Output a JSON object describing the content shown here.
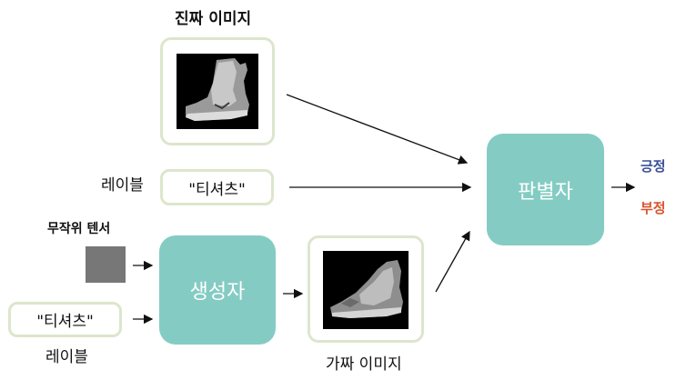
{
  "labels": {
    "real_image": "진짜 이미지",
    "label_top": "레이블",
    "tshirt_top": "\"티셔츠\"",
    "random_tensor": "무작위 텐서",
    "tshirt_bottom": "\"티셔츠\"",
    "label_bottom": "레이블",
    "generator": "생성자",
    "fake_image": "가짜 이미지",
    "discriminator": "판별자",
    "positive": "긍정",
    "negative": "부정"
  },
  "colors": {
    "teal": "#84ccc3",
    "frame_border": "#dce6cc",
    "positive": "#3a4f9a",
    "negative": "#d9532c",
    "noise": "#777777"
  },
  "icons": {
    "real_image": "ankle-boot-grayscale-image",
    "fake_image": "sneaker-grayscale-image"
  }
}
